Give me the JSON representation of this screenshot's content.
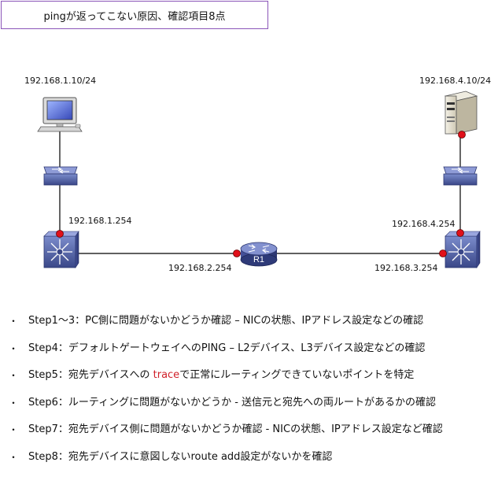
{
  "title": "pingが返ってこない原因、確認項目8点",
  "diagram": {
    "ip_pc": "192.168.1.10/24",
    "ip_server": "192.168.4.10/24",
    "ip_left_gw": "192.168.1.254",
    "ip_right_gw": "192.168.4.254",
    "ip_left_link": "192.168.2.254",
    "ip_right_link": "192.168.3.254",
    "router_label": "R1",
    "colors": {
      "device": "#5566a8",
      "device_dark": "#34407a",
      "dot": "#e0101a",
      "line": "#000000"
    }
  },
  "steps": [
    {
      "text": "Step1～3：PC側に問題がないかどうか確認 – NICの状態、IPアドレス設定などの確認"
    },
    {
      "text": "Step4：デフォルトゲートウェイへのPING – L2デバイス、L3デバイス設定などの確認"
    },
    {
      "pre": "Step5：宛先デバイスへの ",
      "highlight": "trace",
      "post": "で正常にルーティングできていないポイントを特定"
    },
    {
      "text": "Step6：ルーティングに問題がないかどうか - 送信元と宛先への両ルートがあるかの確認"
    },
    {
      "text": "Step7：宛先デバイス側に問題がないかどうか確認 - NICの状態、IPアドレス設定など確認"
    },
    {
      "text": "Step8：宛先デバイスに意図しないroute add設定がないかを確認"
    }
  ],
  "bullet": "・"
}
